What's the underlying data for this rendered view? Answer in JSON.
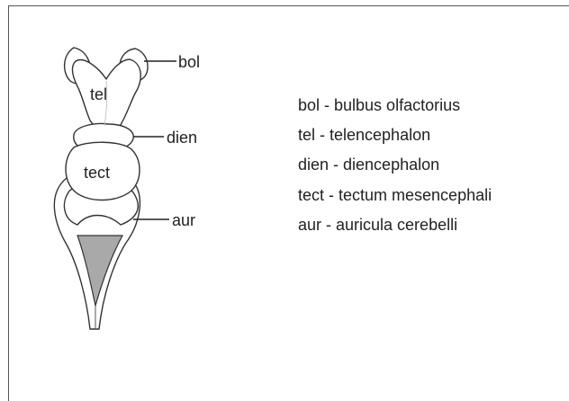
{
  "diagram": {
    "labels": {
      "tel": "tel",
      "tect": "tect",
      "bol": "bol",
      "dien": "dien",
      "aur": "aur"
    },
    "legend": [
      "bol - bulbus olfactorius",
      "tel - telencephalon",
      "dien - diencephalon",
      "tect - tectum mesencephali",
      "aur - auricula cerebelli"
    ],
    "colors": {
      "outline": "#333333",
      "fourth_ventricle_fill": "#a9a9a9"
    }
  }
}
